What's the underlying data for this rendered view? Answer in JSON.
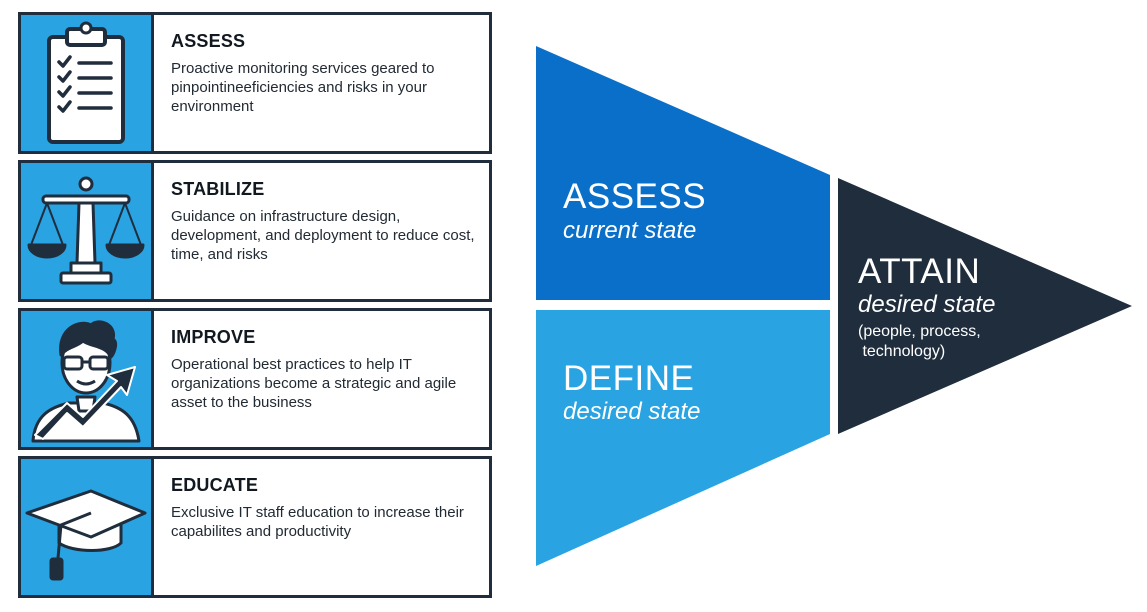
{
  "cards": [
    {
      "title": "ASSESS",
      "description": "Proactive monitoring services geared to pinpointineeficiencies and risks in your environment",
      "icon": "clipboard-checklist-icon"
    },
    {
      "title": "STABILIZE",
      "description": "Guidance on infrastructure design, development, and deployment to reduce cost, time, and risks",
      "icon": "balance-scale-icon"
    },
    {
      "title": "IMPROVE",
      "description": "Operational best practices to help IT organizations become a strategic and agile asset to the business",
      "icon": "person-growth-arrow-icon"
    },
    {
      "title": "EDUCATE",
      "description": "Exclusive IT staff education to increase their capabilites and productivity",
      "icon": "graduation-cap-icon"
    }
  ],
  "stages": {
    "assess": {
      "title": "ASSESS",
      "subtitle": "current state",
      "color": "#0a6fc8"
    },
    "define": {
      "title": "DEFINE",
      "subtitle": "desired state",
      "color": "#29a3e1"
    },
    "attain": {
      "title": "ATTAIN",
      "subtitle": "desired state",
      "note": "(people, process,\n technology)",
      "color": "#1f2d3d"
    }
  },
  "colors": {
    "icon_bg": "#29a3e1",
    "border": "#1f2d3d",
    "icon_stroke": "#1f2d3d",
    "icon_fill": "#ffffff"
  }
}
